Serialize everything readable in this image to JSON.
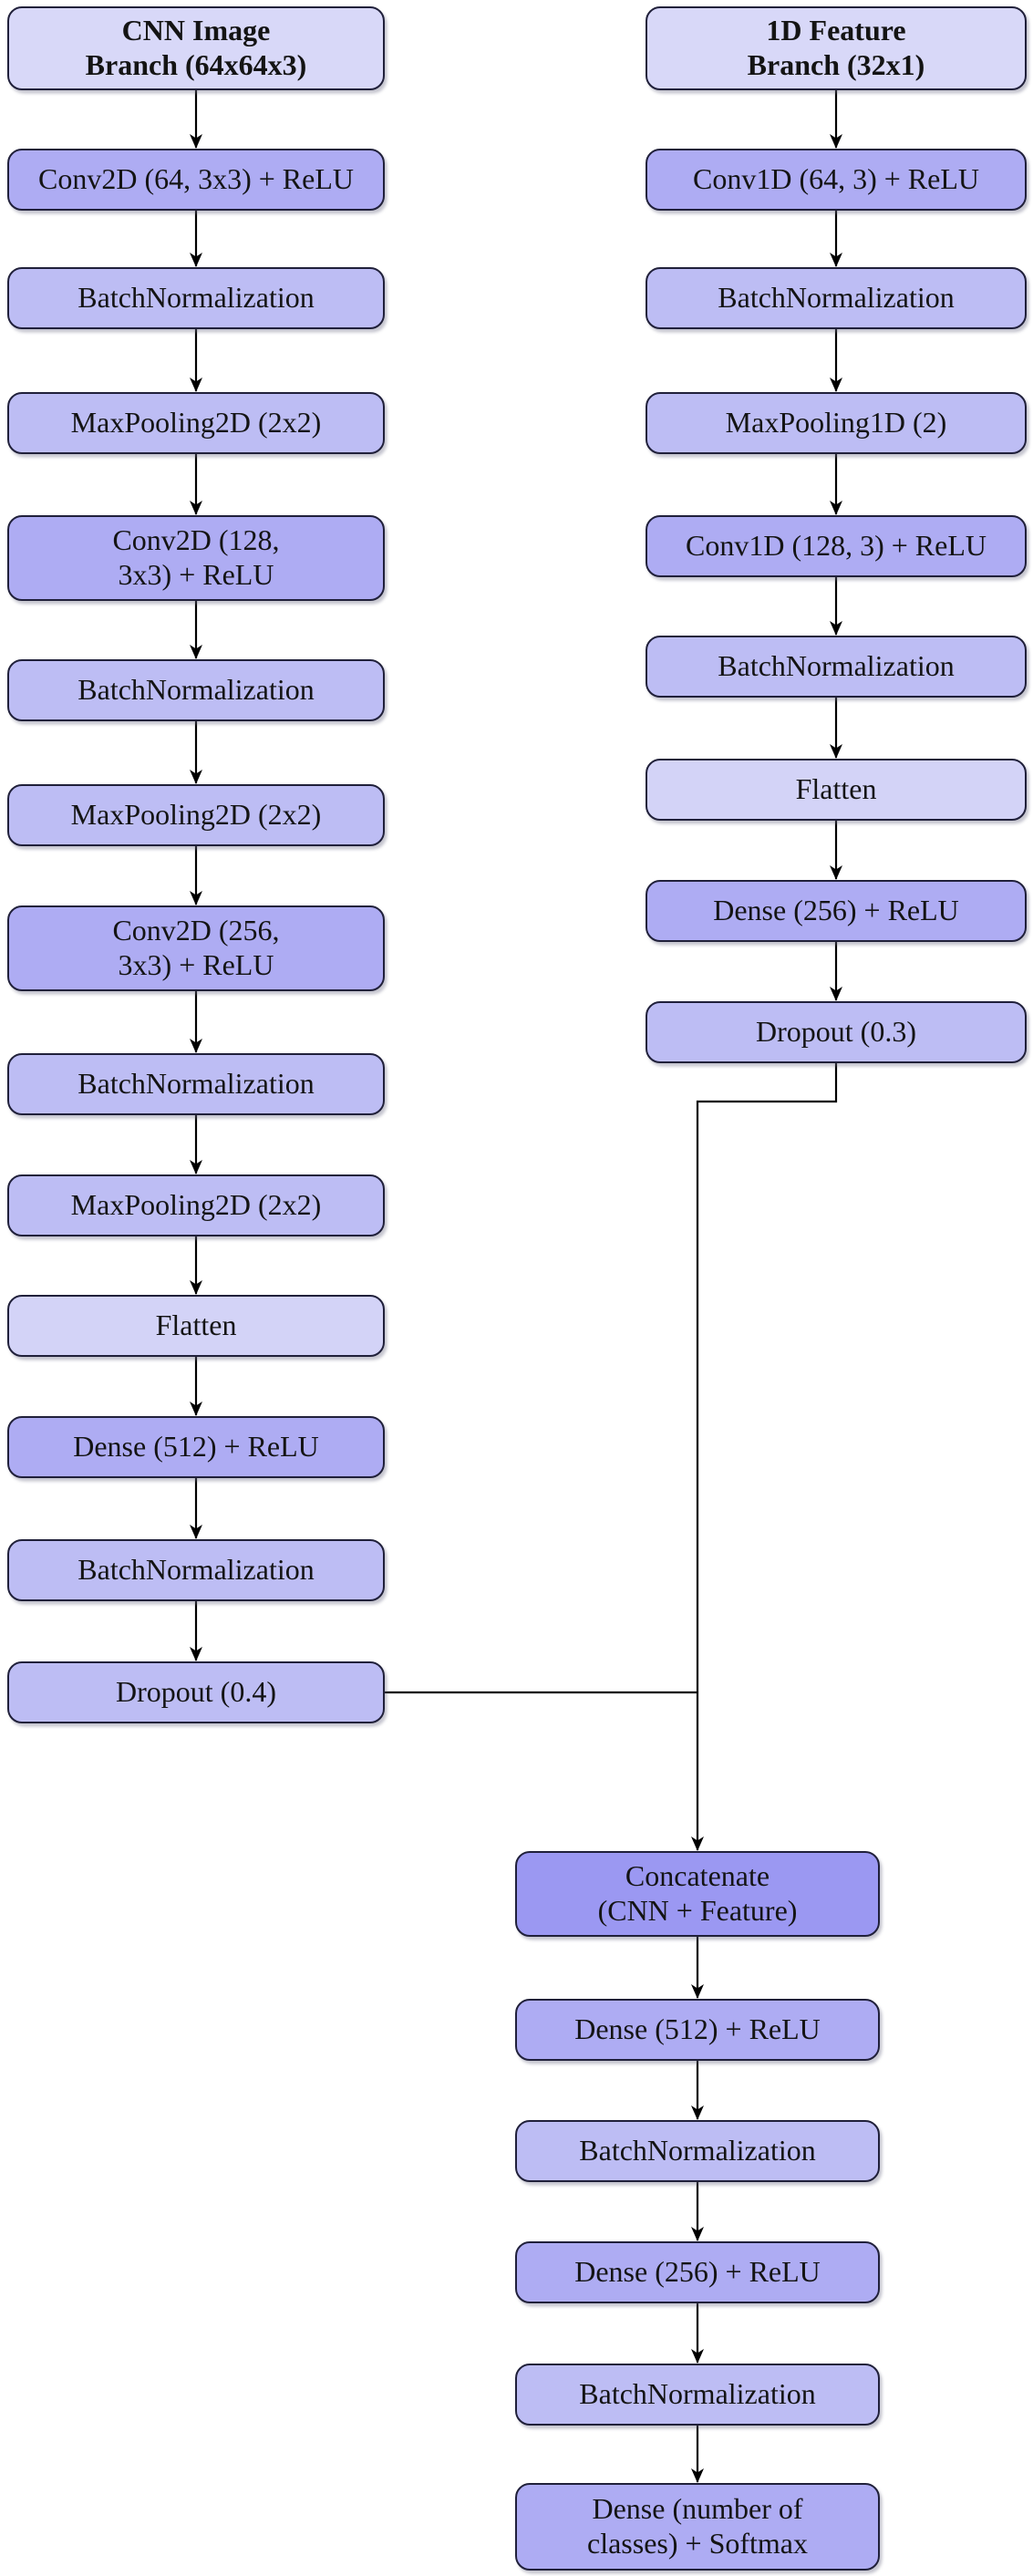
{
  "diagram_type": "neural-network-architecture-flowchart",
  "colors": {
    "background": "#ffffff",
    "box_border": "#20203a",
    "text": "#141414",
    "arrow": "#000000",
    "fills": {
      "header": "#d8d8f8",
      "light": "#d3d3f7",
      "util": "#bdbdf4",
      "conv": "#aeacf3",
      "concat": "#9b98f2"
    }
  },
  "branches": {
    "cnn": {
      "layers": [
        {
          "label": "CNN Image\nBranch (64x64x3)",
          "kind": "header"
        },
        {
          "label": "Conv2D (64, 3x3) + ReLU",
          "kind": "conv"
        },
        {
          "label": "BatchNormalization",
          "kind": "util"
        },
        {
          "label": "MaxPooling2D (2x2)",
          "kind": "util"
        },
        {
          "label": "Conv2D (128,\n3x3) + ReLU",
          "kind": "conv"
        },
        {
          "label": "BatchNormalization",
          "kind": "util"
        },
        {
          "label": "MaxPooling2D (2x2)",
          "kind": "util"
        },
        {
          "label": "Conv2D (256,\n3x3) + ReLU",
          "kind": "conv"
        },
        {
          "label": "BatchNormalization",
          "kind": "util"
        },
        {
          "label": "MaxPooling2D (2x2)",
          "kind": "util"
        },
        {
          "label": "Flatten",
          "kind": "light"
        },
        {
          "label": "Dense (512) + ReLU",
          "kind": "conv"
        },
        {
          "label": "BatchNormalization",
          "kind": "util"
        },
        {
          "label": "Dropout (0.4)",
          "kind": "util"
        }
      ]
    },
    "feature": {
      "layers": [
        {
          "label": "1D Feature\nBranch (32x1)",
          "kind": "header"
        },
        {
          "label": "Conv1D (64, 3) + ReLU",
          "kind": "conv"
        },
        {
          "label": "BatchNormalization",
          "kind": "util"
        },
        {
          "label": "MaxPooling1D (2)",
          "kind": "util"
        },
        {
          "label": "Conv1D (128, 3) + ReLU",
          "kind": "conv"
        },
        {
          "label": "BatchNormalization",
          "kind": "util"
        },
        {
          "label": "Flatten",
          "kind": "light"
        },
        {
          "label": "Dense (256) + ReLU",
          "kind": "conv"
        },
        {
          "label": "Dropout (0.3)",
          "kind": "util"
        }
      ]
    },
    "merged": {
      "layers": [
        {
          "label": "Concatenate\n(CNN + Feature)",
          "kind": "concat"
        },
        {
          "label": "Dense (512) + ReLU",
          "kind": "conv"
        },
        {
          "label": "BatchNormalization",
          "kind": "util"
        },
        {
          "label": "Dense (256) + ReLU",
          "kind": "conv"
        },
        {
          "label": "BatchNormalization",
          "kind": "util"
        },
        {
          "label": "Dense (number of\nclasses) + Softmax",
          "kind": "conv"
        }
      ]
    }
  }
}
